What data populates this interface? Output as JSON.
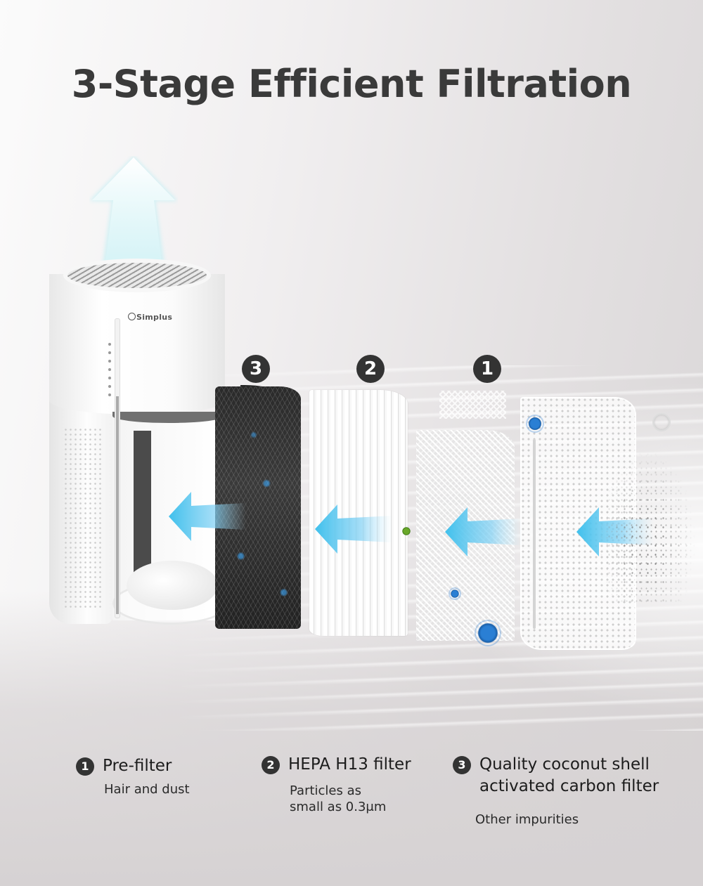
{
  "header": {
    "title": "3-Stage Efficient Filtration"
  },
  "product": {
    "brand": "Simplus",
    "icons": [
      "airflow-up-arrow-icon",
      "flow-arrow-left-icon",
      "virus-icon",
      "dust-particles-icon",
      "bubble-icon"
    ]
  },
  "stage_badges": [
    {
      "number": "3",
      "filter": "activated carbon filter"
    },
    {
      "number": "2",
      "filter": "HEPA H13 filter"
    },
    {
      "number": "1",
      "filter": "Pre-filter"
    }
  ],
  "legend": [
    {
      "number": "1",
      "name": "Pre-filter",
      "description": "Hair and dust"
    },
    {
      "number": "2",
      "name": "HEPA H13 filter",
      "description_line1": "Particles as",
      "description_line2": "small as 0.3μm"
    },
    {
      "number": "3",
      "name_line1": "Quality coconut shell",
      "name_line2": "activated carbon filter",
      "description": "Other impurities"
    }
  ],
  "colors": {
    "title": "#3a3a3a",
    "badge": "#333333",
    "arrow": "#3fc0ec",
    "virus_blue": "#2a7fd4",
    "virus_green": "#6aa82a"
  }
}
